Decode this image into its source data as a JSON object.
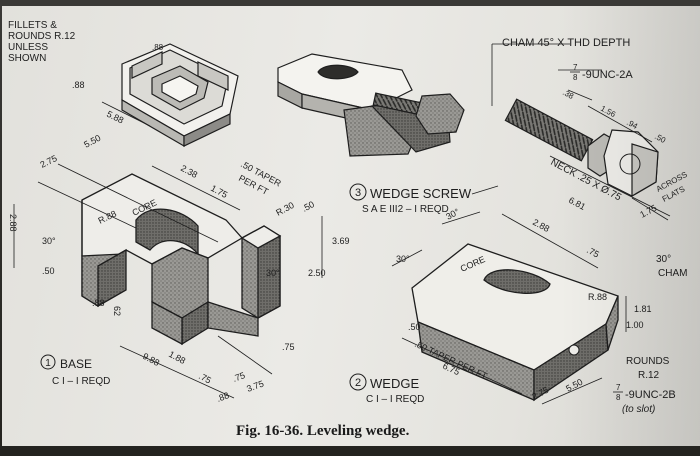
{
  "notes": {
    "fillets_line1": "FILLETS &",
    "fillets_line2": "ROUNDS R.12",
    "fillets_line3": "UNLESS",
    "fillets_line4": "SHOWN"
  },
  "base": {
    "number": "1",
    "name": "BASE",
    "spec": "C I – I REQD",
    "core_label": "CORE",
    "dims": {
      "d_550": "5.50",
      "d_275": "2.75",
      "d_238": "2.38",
      "d_175": "1.75",
      "d_288": "2.88",
      "r88": "R.88",
      "d_88a": ".88",
      "d_50": ".50",
      "d_88b": ".88",
      "d_62": "62",
      "d_988": "9.88",
      "d_188": "1.88",
      "d_75a": ".75",
      "d_75b": ".75",
      "d_375": "3.75",
      "d_88c": ".88",
      "d_88d": ".88",
      "d_588": "5.88",
      "d_30": "30°",
      "taper1": ".50 TAPER",
      "taper2": "PER FT",
      "d_50b": ".50",
      "d_369": "3.69",
      "d_250": "2.50",
      "d_75c": ".75",
      "d_30b": "30°",
      "r30": "R.30"
    }
  },
  "screw": {
    "number": "3",
    "name": "WEDGE SCREW",
    "spec": "S A E  III2 – I REQD",
    "cham": "CHAM 45° X THD DEPTH",
    "thread": "-9UNC-2A",
    "thread_frac_num": "7",
    "thread_frac_den": "8",
    "d_38": ".38",
    "d_156": "1.56",
    "d_94": ".94",
    "d_50": ".50",
    "neck": "NECK .25 X Ø.75",
    "d_681": "6.81",
    "d_175": "1.75",
    "across1": "ACROSS",
    "across2": "FLATS",
    "d_30": "30°",
    "cham_lbl": "CHAM"
  },
  "wedge": {
    "number": "2",
    "name": "WEDGE",
    "spec": "C I – I REQD",
    "core_label": "CORE",
    "dims": {
      "d_30a": "30°",
      "d_30b": "30°",
      "d_288": "2.88",
      "d_75": ".75",
      "r88": "R.88",
      "d_50": ".50",
      "taper": ".50 TAPER PER FT",
      "d_675": "6.75",
      "d_275": "2.75",
      "d_550": "5.50",
      "d_181": "1.81",
      "d_100": "1.00"
    },
    "rounds1": "ROUNDS",
    "rounds2": "R.12",
    "tap": "-9UNC-2B",
    "tap_frac_num": "7",
    "tap_frac_den": "8",
    "slot": "(to slot)"
  },
  "caption": "Fig. 16-36. Leveling wedge.",
  "colors": {
    "ink": "#1e1e1e",
    "paper": "#e6e5e1",
    "shade": "#8c8b87",
    "dark": "#4a4946"
  }
}
